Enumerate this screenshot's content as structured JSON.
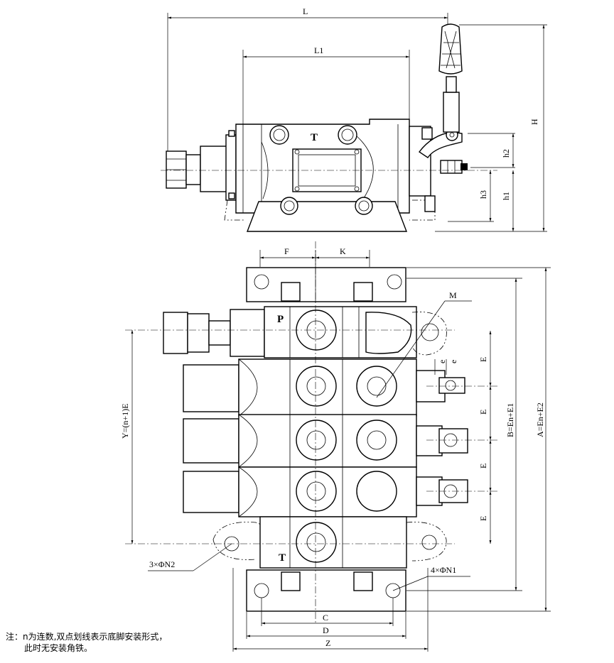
{
  "dimensions_top": {
    "L": "L",
    "L1": "L1",
    "H": "H",
    "h1": "h1",
    "h2": "h2",
    "h3": "h3"
  },
  "dimensions_plan": {
    "F": "F",
    "K": "K",
    "M": "M",
    "e": "e",
    "E": "E",
    "Y": "Y=(n+1)E",
    "B": "B=En+E1",
    "A": "A=En+E2",
    "C": "C",
    "D": "D",
    "Z": "Z",
    "N2": "3×ΦN2",
    "N1": "4×ΦN1"
  },
  "port_labels": {
    "top_mark": "T",
    "P": "P",
    "T": "T"
  },
  "note": {
    "line1": "注：n为连数,双点划线表示底脚安装形式，",
    "line2": "此时无安装角铁。"
  }
}
